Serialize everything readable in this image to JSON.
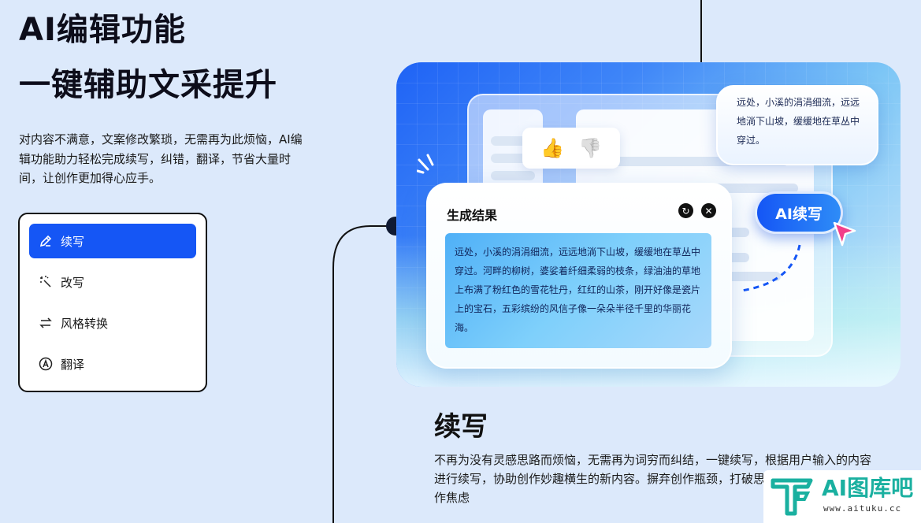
{
  "header": {
    "title_line1": "AI编辑功能",
    "title_line2": "一键辅助文采提升",
    "description": "对内容不满意，文案修改繁琐，无需再为此烦恼，AI编辑功能助力轻松完成续写，纠错，翻译，节省大量时间，让创作更加得心应手。"
  },
  "menu": {
    "items": [
      {
        "label": "续写",
        "icon": "pen-icon",
        "active": true
      },
      {
        "label": "改写",
        "icon": "magic-wand-icon",
        "active": false
      },
      {
        "label": "风格转换",
        "icon": "swap-arrows-icon",
        "active": false
      },
      {
        "label": "翻译",
        "icon": "translate-icon",
        "active": false
      }
    ]
  },
  "preview": {
    "bubble_text": "远处，小溪的涓涓细流，远远地淌下山坡，缓缓地在草丛中穿过。",
    "ai_button_label": "AI续写",
    "result_title": "生成结果",
    "result_text": "远处，小溪的涓涓细流，远远地淌下山坡，缓缓地在草丛中穿过。河畔的柳树，婆娑着纤细柔弱的枝条，绿油油的草地上布满了粉红色的雪花牡丹，红红的山茶，刚开好像是瓷片上的宝石，五彩缤纷的风信子像一朵朵半径千里的华丽花海。",
    "thumbs_up_color": "#f59a23",
    "thumbs_down_color": "#b0b4bc"
  },
  "section": {
    "title": "续写",
    "description": "不再为没有灵感思路而烦恼，无需再为词穷而纠结，一键续写，根据用户输入的内容进行续写，协助创作妙趣横生的新内容。摒弃创作瓶颈，打破思维边界，轻松解决写作焦虑"
  },
  "watermark": {
    "text": "AI图库吧",
    "url": "www.aituku.cc"
  },
  "colors": {
    "accent": "#1556f5",
    "background": "#dce9fb"
  }
}
